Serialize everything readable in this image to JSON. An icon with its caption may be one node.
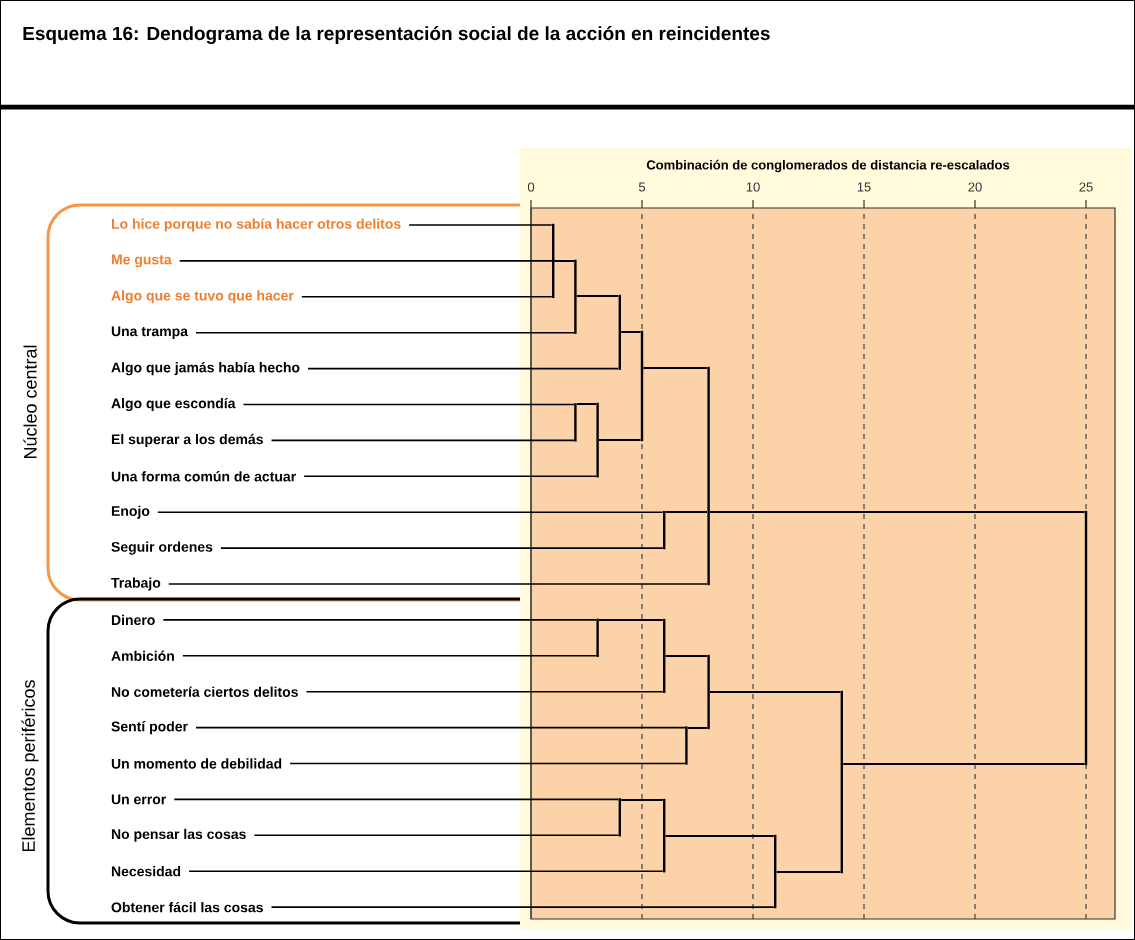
{
  "diagram": {
    "title": "Esquema 16: Dendograma de la representación social de la acción en reincidentes",
    "nodes": [
      {
        "text": [
          "Núcleo central"
        ]
      },
      {
        "text": [
          "Lo hice porque no sabía hacer otros delitos"
        ],
        "in": 0
      },
      {
        "text": [
          "Me gusta"
        ],
        "in": 0
      },
      {
        "text": [
          "Algo que se tuvo que hacer"
        ],
        "in": 0
      },
      {
        "text": [
          "Una trampa"
        ],
        "in": 0
      },
      {
        "text": [
          "Algo que jamás había hecho"
        ],
        "in": 0
      },
      {
        "text": [
          "Algo que escondía"
        ],
        "in": 0
      },
      {
        "text": [
          "El superar a los demás"
        ],
        "in": 0
      },
      {
        "text": [
          "Una forma común de actuar"
        ],
        "in": 0
      },
      {
        "text": [
          "Enojo"
        ],
        "in": 0
      },
      {
        "text": [
          "Seguir ordenes"
        ],
        "in": 0
      },
      {
        "text": [
          "Trabajo"
        ],
        "in": 0
      },
      {
        "text": [
          "Elementos periféricos"
        ]
      },
      {
        "text": [
          "Dinero"
        ],
        "in": 12
      },
      {
        "text": [
          "Ambición"
        ],
        "in": 12
      },
      {
        "text": [
          "No cometería ciertos delitos"
        ],
        "in": 12
      },
      {
        "text": [
          "Sentí poder"
        ],
        "in": 12
      },
      {
        "text": [
          "Un momento de debilidad"
        ],
        "in": 12
      },
      {
        "text": [
          "Un error"
        ],
        "in": 12
      },
      {
        "text": [
          "No pensar las cosas"
        ],
        "in": 12
      },
      {
        "text": [
          "Necesidad"
        ],
        "in": 12
      },
      {
        "text": [
          "Obtener fácil las cosas"
        ],
        "in": 12
      },
      {
        "text": [],
        "shape": "bar"
      },
      {
        "text": [],
        "shape": "bar"
      },
      {
        "text": [],
        "shape": "bar"
      },
      {
        "text": [],
        "shape": "bar"
      },
      {
        "text": [],
        "shape": "bar"
      },
      {
        "text": [],
        "shape": "bar"
      },
      {
        "text": [],
        "shape": "bar"
      },
      {
        "text": [],
        "shape": "bar"
      },
      {
        "text": [],
        "shape": "bar"
      },
      {
        "text": [],
        "shape": "bar"
      },
      {
        "text": [],
        "shape": "bar"
      },
      {
        "text": [],
        "shape": "bar"
      },
      {
        "text": [],
        "shape": "bar"
      },
      {
        "text": [],
        "shape": "bar"
      },
      {
        "text": [],
        "shape": "bar"
      },
      {
        "text": [],
        "shape": "bar"
      },
      {
        "text": [],
        "shape": "bar"
      }
    ],
    "edges": [
      {
        "from": 1,
        "to": 22,
        "arrow": "none"
      },
      {
        "from": 3,
        "to": 22,
        "arrow": "none"
      },
      {
        "from": 22,
        "to": 23,
        "arrow": "none"
      },
      {
        "from": 2,
        "to": 23,
        "arrow": "none"
      },
      {
        "from": 4,
        "to": 23,
        "arrow": "none"
      },
      {
        "from": 23,
        "to": 24,
        "arrow": "none"
      },
      {
        "from": 5,
        "to": 24,
        "arrow": "none"
      },
      {
        "from": 6,
        "to": 25,
        "arrow": "none"
      },
      {
        "from": 7,
        "to": 25,
        "arrow": "none"
      },
      {
        "from": 25,
        "to": 26,
        "arrow": "none"
      },
      {
        "from": 8,
        "to": 26,
        "arrow": "none"
      },
      {
        "from": 24,
        "to": 27,
        "arrow": "none"
      },
      {
        "from": 26,
        "to": 27,
        "arrow": "none"
      },
      {
        "from": 9,
        "to": 28,
        "arrow": "none"
      },
      {
        "from": 10,
        "to": 28,
        "arrow": "none"
      },
      {
        "from": 27,
        "to": 29,
        "arrow": "none"
      },
      {
        "from": 28,
        "to": 29,
        "arrow": "none"
      },
      {
        "from": 11,
        "to": 29,
        "arrow": "none"
      },
      {
        "from": 13,
        "to": 30,
        "arrow": "none"
      },
      {
        "from": 14,
        "to": 30,
        "arrow": "none"
      },
      {
        "from": 30,
        "to": 31,
        "arrow": "none"
      },
      {
        "from": 15,
        "to": 31,
        "arrow": "none"
      },
      {
        "from": 16,
        "to": 32,
        "arrow": "none"
      },
      {
        "from": 17,
        "to": 32,
        "arrow": "none"
      },
      {
        "from": 31,
        "to": 33,
        "arrow": "none"
      },
      {
        "from": 32,
        "to": 33,
        "arrow": "none"
      },
      {
        "from": 18,
        "to": 34,
        "arrow": "none"
      },
      {
        "from": 19,
        "to": 34,
        "arrow": "none"
      },
      {
        "from": 34,
        "to": 35,
        "arrow": "none"
      },
      {
        "from": 20,
        "to": 35,
        "arrow": "none"
      },
      {
        "from": 35,
        "to": 36,
        "arrow": "none"
      },
      {
        "from": 21,
        "to": 36,
        "arrow": "none"
      },
      {
        "from": 33,
        "to": 37,
        "arrow": "none"
      },
      {
        "from": 36,
        "to": 37,
        "arrow": "none"
      },
      {
        "from": 29,
        "to": 38,
        "arrow": "none"
      },
      {
        "from": 37,
        "to": 38,
        "arrow": "none"
      }
    ],
    "labels": [
      "Combinación de conglomerados de distancia re-escalados",
      "0",
      "5",
      "10",
      "15",
      "20",
      "25"
    ]
  }
}
